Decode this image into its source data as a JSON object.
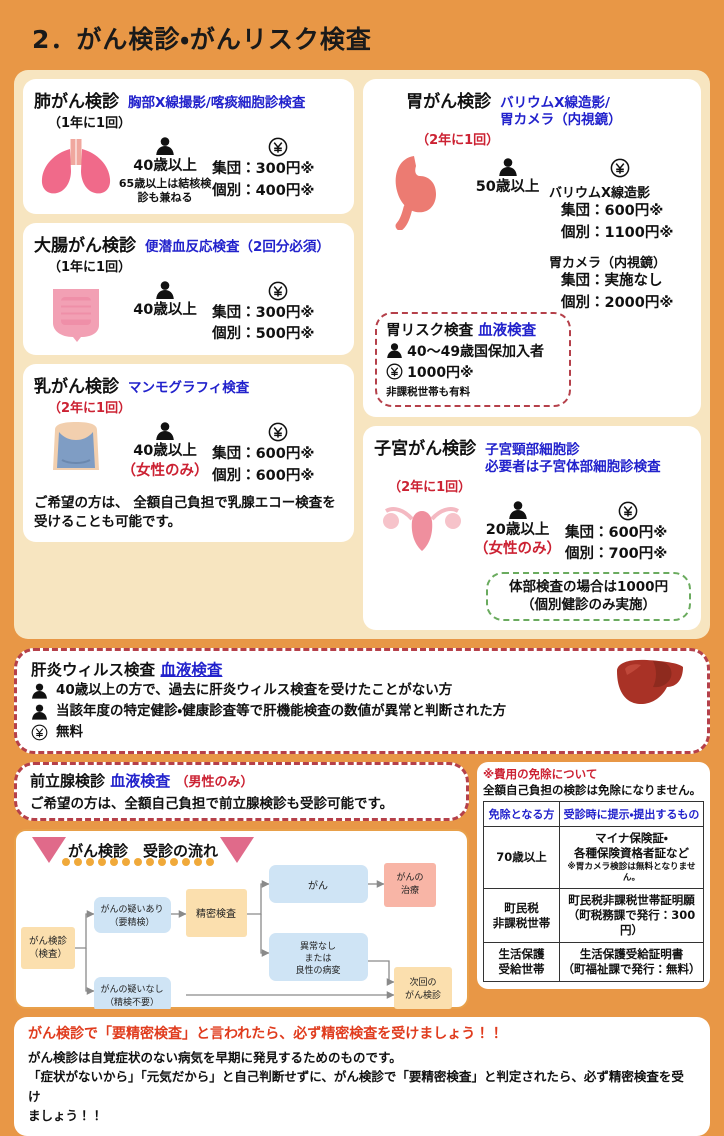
{
  "title": "2．がん検診・がんリスク検査",
  "colors": {
    "background": "#e89746",
    "panel": "#f7e5c0",
    "card": "#ffffff",
    "blue": "#2222cc",
    "red": "#cc2233",
    "green": "#6aab5e",
    "alert": "#e03c1e"
  },
  "screenings": {
    "lung": {
      "name": "肺がん検診",
      "frequency": "（1年に1回）",
      "method": "胸部X線撮影/喀痰細胞診検査",
      "target": "40歳以上",
      "target_note": "65歳以上は結核検診も兼ねる",
      "price_group": "集団：300円※",
      "price_individual": "個別：400円※"
    },
    "stomach": {
      "name": "胃がん検診",
      "frequency": "（2年に1回）",
      "method_line1": "バリウムX線造影/",
      "method_line2": "胃カメラ（内視鏡）",
      "target": "50歳以上",
      "barium_title": "バリウムX線造影",
      "barium_group": "集団：600円※",
      "barium_individual": "個別：1100円※",
      "camera_title": "胃カメラ（内視鏡）",
      "camera_group": "集団：実施なし",
      "camera_individual": "個別：2000円※",
      "risk": {
        "title": "胃リスク検査",
        "title_blue": "血液検査",
        "target": "40～49歳国保加入者",
        "price": "1000円※",
        "note": "非課税世帯も有料"
      }
    },
    "colon": {
      "name": "大腸がん検診",
      "frequency": "（1年に1回）",
      "method": "便潜血反応検査（2回分必須）",
      "target": "40歳以上",
      "price_group": "集団：300円※",
      "price_individual": "個別：500円※"
    },
    "breast": {
      "name": "乳がん検診",
      "frequency": "（2年に1回）",
      "method": "マンモグラフィ検査",
      "target": "40歳以上",
      "target_note": "（女性のみ）",
      "price_group": "集団：600円※",
      "price_individual": "個別：600円※",
      "note": "ご希望の方は、 全額自己負担で乳腺エコー検査を受けることも可能です。"
    },
    "uterus": {
      "name": "子宮がん検診",
      "frequency": "（2年に1回）",
      "method_line1": "子宮頸部細胞診",
      "method_line2": "必要者は子宮体部細胞診検査",
      "target": "20歳以上",
      "target_note": "（女性のみ）",
      "price_group": "集団：600円※",
      "price_individual": "個別：700円※",
      "callout_line1": "体部検査の場合は1000円",
      "callout_line2": "（個別健診のみ実施）"
    }
  },
  "hepatitis": {
    "title": "肝炎ウィルス検査",
    "title_blue": "血液検査",
    "condition1": "40歳以上の方で、過去に肝炎ウィルス検査を受けたことがない方",
    "condition2": "当該年度の特定健診・健康診査等で肝機能検査の数値が異常と判断された方",
    "price": "無料"
  },
  "prostate": {
    "title": "前立腺検診",
    "title_blue": "血液検査",
    "title_red": "（男性のみ）",
    "note": "ご希望の方は、全額自己負担で前立腺検診も受診可能です。"
  },
  "flow": {
    "heading": "がん検診　受診の流れ",
    "nodes": {
      "start_line1": "がん検診",
      "start_line2": "（検査）",
      "suspect_line1": "がんの疑いあり",
      "suspect_line2": "（要精検）",
      "no_suspect_line1": "がんの疑いなし",
      "no_suspect_line2": "（精検不要）",
      "detailed": "精密検査",
      "cancer": "がん",
      "normal_line1": "異常なし",
      "normal_line2": "または",
      "normal_line3": "良性の病変",
      "treatment_line1": "がんの",
      "treatment_line2": "治療",
      "next_line1": "次回の",
      "next_line2": "がん検診"
    }
  },
  "exemption": {
    "title": "※費用の免除について",
    "subtitle": "全額自己負担の検診は免除になりません。",
    "headers": [
      "免除となる方",
      "受診時に提示・提出するもの"
    ],
    "rows": [
      {
        "who": "70歳以上",
        "doc_line1": "マイナ保険証・",
        "doc_line2": "各種保険資格者証など",
        "doc_note": "※胃カメラ検診は無料となりません。"
      },
      {
        "who_line1": "町民税",
        "who_line2": "非課税世帯",
        "doc_line1": "町民税非課税世帯証明願",
        "doc_line2": "（町税務課で発行：300円）"
      },
      {
        "who_line1": "生活保護",
        "who_line2": "受給世帯",
        "doc_line1": "生活保護受給証明書",
        "doc_line2": "（町福祉課で発行：無料）"
      }
    ]
  },
  "alert": {
    "heading": "がん検診で「要精密検査」と言われたら、必ず精密検査を受けましょう！！",
    "body_line1": "がん検診は自覚症状のない病気を早期に発見するためのものです。",
    "body_line2": "「症状がないから」「元気だから」と自己判断せずに、がん検診で「要精密検査」と判定されたら、必ず精密検査を受け",
    "body_line3": "ましょう！！"
  }
}
